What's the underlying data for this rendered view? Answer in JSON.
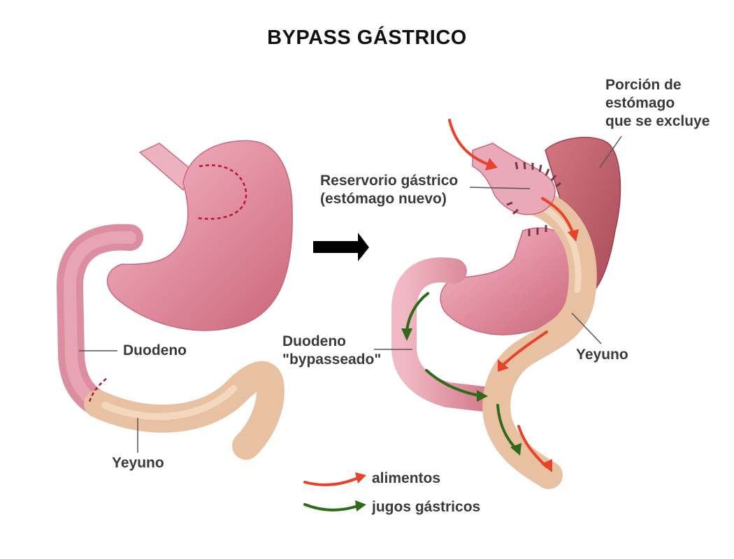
{
  "title": "BYPASS GÁSTRICO",
  "colors": {
    "stomach": "#dc8296",
    "stomach_dark": "#c96577",
    "excluded": "#c2616f",
    "jejunum": "#e8c1a2",
    "food_arrow": "#e8422b",
    "juice_arrow": "#2f6a1a",
    "cut_line": "#b4182c",
    "staple": "#7a3545"
  },
  "labels": {
    "before_duodeno": "Duodeno",
    "before_yeyuno": "Yeyuno",
    "after_excluded": [
      "Porción de",
      "estómago",
      "que se excluye"
    ],
    "after_reservoir": [
      "Reservorio gástrico",
      "(estómago nuevo)"
    ],
    "after_duodeno": [
      "Duodeno",
      "\"bypasseado\""
    ],
    "after_yeyuno": "Yeyuno"
  },
  "legend": [
    {
      "label": "alimentos",
      "color_key": "food_arrow"
    },
    {
      "label": "jugos gástricos",
      "color_key": "juice_arrow"
    }
  ]
}
